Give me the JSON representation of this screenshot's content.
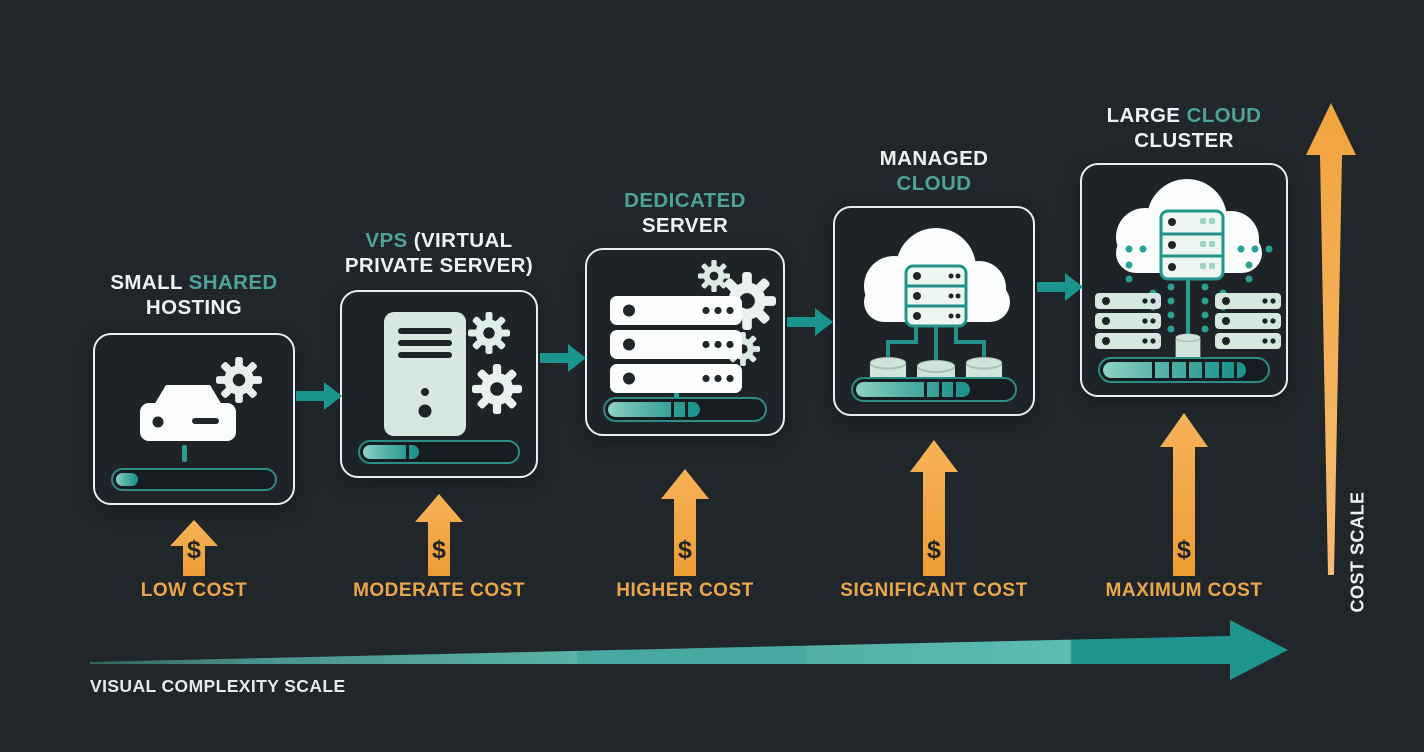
{
  "palette": {
    "background": "#20262a",
    "accent_teal": "#4fa29a",
    "teal_dark": "#1f948d",
    "accent_orange": "#f2a741",
    "cost_text_orange": "#eaa64b",
    "card_border_white": "#e9eeee"
  },
  "cards": [
    {
      "name": "small-shared-hosting",
      "title": {
        "l1a": "SMALL ",
        "l1b": "SHARED",
        "l2a": "HOSTING",
        "l2b": ""
      },
      "progress": "14%",
      "cost": {
        "symbol": "$",
        "label": "LOW COST"
      }
    },
    {
      "name": "vps-virtual-private-server",
      "title": {
        "l1a": "VPS",
        "l1b": " (VIRTUAL",
        "l2a": "PRIVATE SERVER)",
        "l2b": ""
      },
      "progress": "37%",
      "cost": {
        "symbol": "$",
        "label": "MODERATE COST"
      }
    },
    {
      "name": "dedicated-server",
      "title": {
        "l1a": "DEDICATED",
        "l1b": "",
        "l2a": "SERVER",
        "l2b": ""
      },
      "progress": "60%",
      "cost": {
        "symbol": "$",
        "label": "HIGHER COST"
      }
    },
    {
      "name": "managed-cloud",
      "title": {
        "l1a": "MANAGED",
        "l1b": "",
        "l2a": "CLOUD",
        "l2b": ""
      },
      "progress": "73%",
      "cost": {
        "symbol": "$",
        "label": "SIGNIFICANT COST"
      }
    },
    {
      "name": "large-cloud-cluster",
      "title": {
        "l1a": "LARGE ",
        "l1b": "CLOUD",
        "l2a": "CLUSTER",
        "l2b": ""
      },
      "progress": "88%",
      "cost": {
        "symbol": "$",
        "label": "MAXIMUM COST"
      }
    }
  ],
  "cost_scale": {
    "label": "COST SCALE"
  },
  "complexity_scale": {
    "label": "VISUAL COMPLEXITY SCALE"
  }
}
